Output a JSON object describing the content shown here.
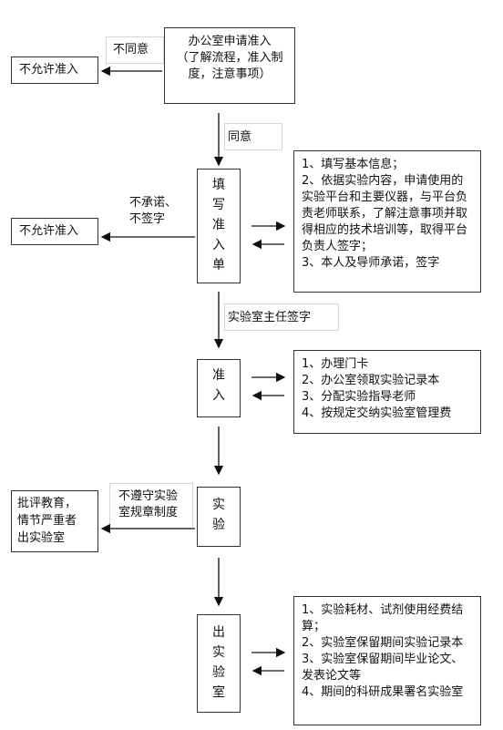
{
  "apply": "办公室申请准入\n（了解流程，准入制度，注意事项）",
  "deny1_label": "不同意",
  "deny1_result": "不允许准入",
  "agree_label": "同意",
  "fill_form": "填\n写\n准\n入\n单",
  "fill_notes": [
    "1、填写基本信息；",
    "2、依据实验内容，申请使用的实验平台和主要仪器，与平台负责老师联系，了解注意事项并取得相应的技术培训等，取得平台负责人签字；",
    "3、本人及导师承诺，签字"
  ],
  "deny2_label": "不承诺、\n不签字",
  "deny2_result": "不允许准入",
  "director_label": "实验室主任签字",
  "admit": "准\n入",
  "admit_notes": [
    "1、办理门卡",
    "2、办公室领取实验记录本",
    "3、分配实验指导老师",
    "4、按规定交纳实验室管理费"
  ],
  "experiment": "实\n验",
  "violate_label": "不遵守实验\n室规章制度",
  "violate_result": "批评教育，\n情节严重者\n出实验室",
  "exit": "出\n实\n验\n室",
  "exit_notes": [
    "1、实验耗材、试剂使用经费结算；",
    "2、实验室保留期间实验记录本",
    "3、实验室保留期间毕业论文、发表论文等",
    "4、期间的科研成果署名实验室"
  ]
}
